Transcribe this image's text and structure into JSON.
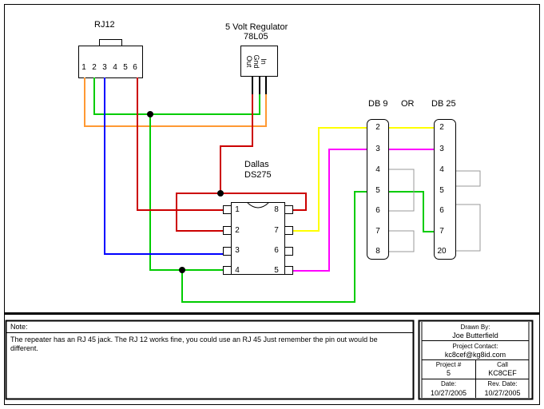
{
  "schematic": {
    "rj12": {
      "title": "RJ12",
      "pins": [
        "1",
        "2",
        "3",
        "4",
        "5",
        "6"
      ]
    },
    "regulator": {
      "title": "5 Volt Regulator",
      "part": "78L05",
      "pins": [
        "Out",
        "Gnd",
        "In"
      ]
    },
    "dallas": {
      "title": "Dallas",
      "part": "DS275",
      "left_pins": [
        "1",
        "2",
        "3",
        "4"
      ],
      "right_pins": [
        "8",
        "7",
        "6",
        "5"
      ]
    },
    "db9": {
      "title": "DB 9",
      "pins": [
        "2",
        "3",
        "4",
        "5",
        "6",
        "7",
        "8"
      ]
    },
    "or_label": "OR",
    "db25": {
      "title": "DB 25",
      "pins": [
        "2",
        "3",
        "4",
        "5",
        "6",
        "7",
        "20"
      ]
    },
    "wire_colors": {
      "orange": "#ff9933",
      "green": "#00cc00",
      "blue": "#0000ff",
      "red": "#cc0000",
      "yellow": "#ffff00",
      "magenta": "#ff00ff",
      "gray": "#999999"
    }
  },
  "note": {
    "heading": "Note:",
    "text": "The repeater has an RJ 45 jack.  The RJ 12 works fine, you could use an RJ 45 Just remember the pin out would be different."
  },
  "title_block": {
    "drawn_by_label": "Drawn By:",
    "drawn_by": "Joe Butterfield",
    "contact_label": "Project Contact:",
    "contact": "kc8cef@kg8id.com",
    "project_label": "Project #",
    "project": "5",
    "call_label": "Call",
    "call": "KC8CEF",
    "date_label": "Date:",
    "date": "10/27/2005",
    "rev_label": "Rev. Date:",
    "rev_date": "10/27/2005"
  }
}
